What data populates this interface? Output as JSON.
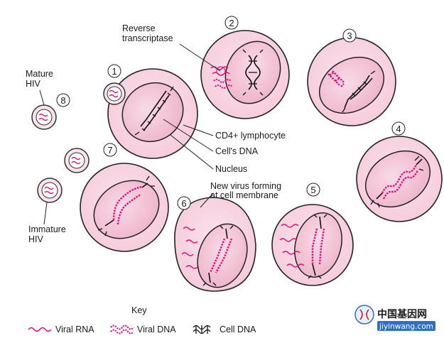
{
  "labels": {
    "mature_hiv": [
      "Mature",
      "HIV"
    ],
    "immature_hiv": [
      "Immature",
      "HIV"
    ],
    "reverse_transcriptase": [
      "Reverse",
      "transcriptase"
    ],
    "cd4_lymphocyte": "CD4+ lymphocyte",
    "cells_dna": "Cell's DNA",
    "nucleus": "Nucleus",
    "new_virus": [
      "New virus forming",
      "at cell membrane"
    ]
  },
  "steps": [
    "1",
    "2",
    "3",
    "4",
    "5",
    "6",
    "7",
    "8"
  ],
  "key": {
    "title": "Key",
    "items": [
      {
        "label": "Viral RNA",
        "icon": "viral-rna-icon"
      },
      {
        "label": "Viral DNA",
        "icon": "viral-dna-icon"
      },
      {
        "label": "Cell DNA",
        "icon": "cell-dna-icon"
      }
    ]
  },
  "watermark": {
    "cn": "中国基因网",
    "url": "jiyinwang.com"
  },
  "colors": {
    "cell_fill": "#f8d3e1",
    "nucleus_fill": "#f3bfd3",
    "viral": "#e0127a",
    "outline": "#222222"
  }
}
